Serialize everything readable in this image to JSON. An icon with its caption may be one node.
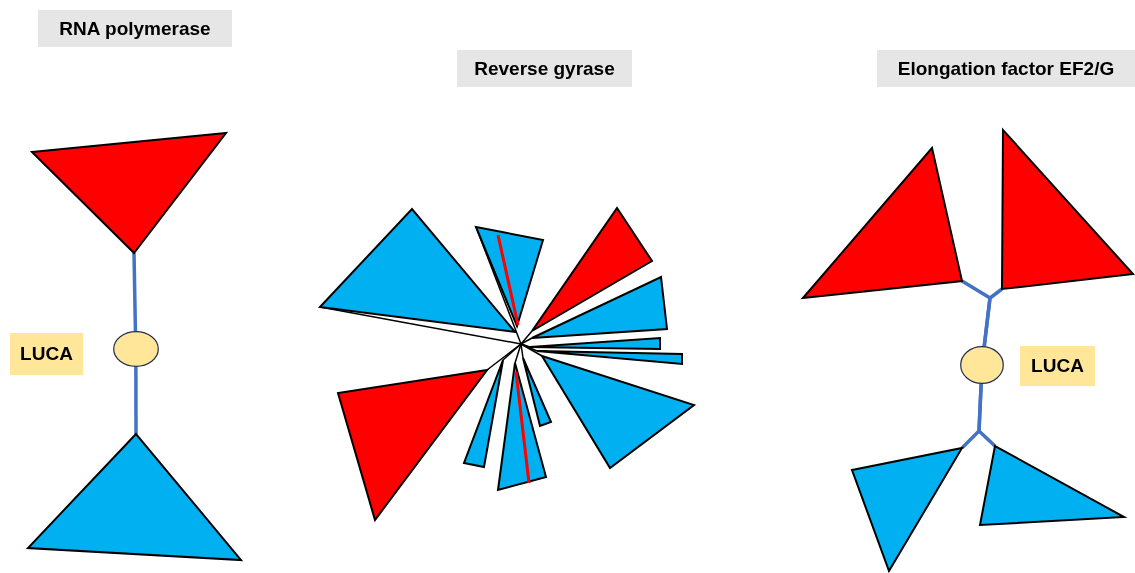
{
  "diagram": {
    "nodes": [
      {
        "text": [
          "RNA polymerase"
        ]
      },
      {
        "text": [],
        "shape": "triangle"
      },
      {
        "text": [
          "LUCA"
        ]
      },
      {
        "text": [],
        "shape": "circle"
      },
      {
        "text": [],
        "shape": "triangle"
      },
      {
        "text": [
          "Reverse gyrase"
        ]
      },
      {
        "text": [
          "Elongation factor EF2/G"
        ]
      },
      {
        "text": [],
        "shape": "triangle"
      },
      {
        "text": [],
        "shape": "triangle"
      },
      {
        "text": [],
        "shape": "circle"
      },
      {
        "text": [
          "LUCA"
        ]
      },
      {
        "text": [],
        "shape": "triangle"
      },
      {
        "text": [],
        "shape": "triangle"
      }
    ],
    "edges": [
      {
        "from": 3,
        "to": 1,
        "arrow": "none"
      },
      {
        "from": 3,
        "to": 4,
        "arrow": "none"
      },
      {
        "from": 9,
        "to": 7,
        "arrow": "none"
      },
      {
        "from": 9,
        "to": 8,
        "arrow": "none"
      },
      {
        "from": 9,
        "to": 11,
        "arrow": "none"
      },
      {
        "from": 9,
        "to": 12,
        "arrow": "none"
      }
    ]
  }
}
